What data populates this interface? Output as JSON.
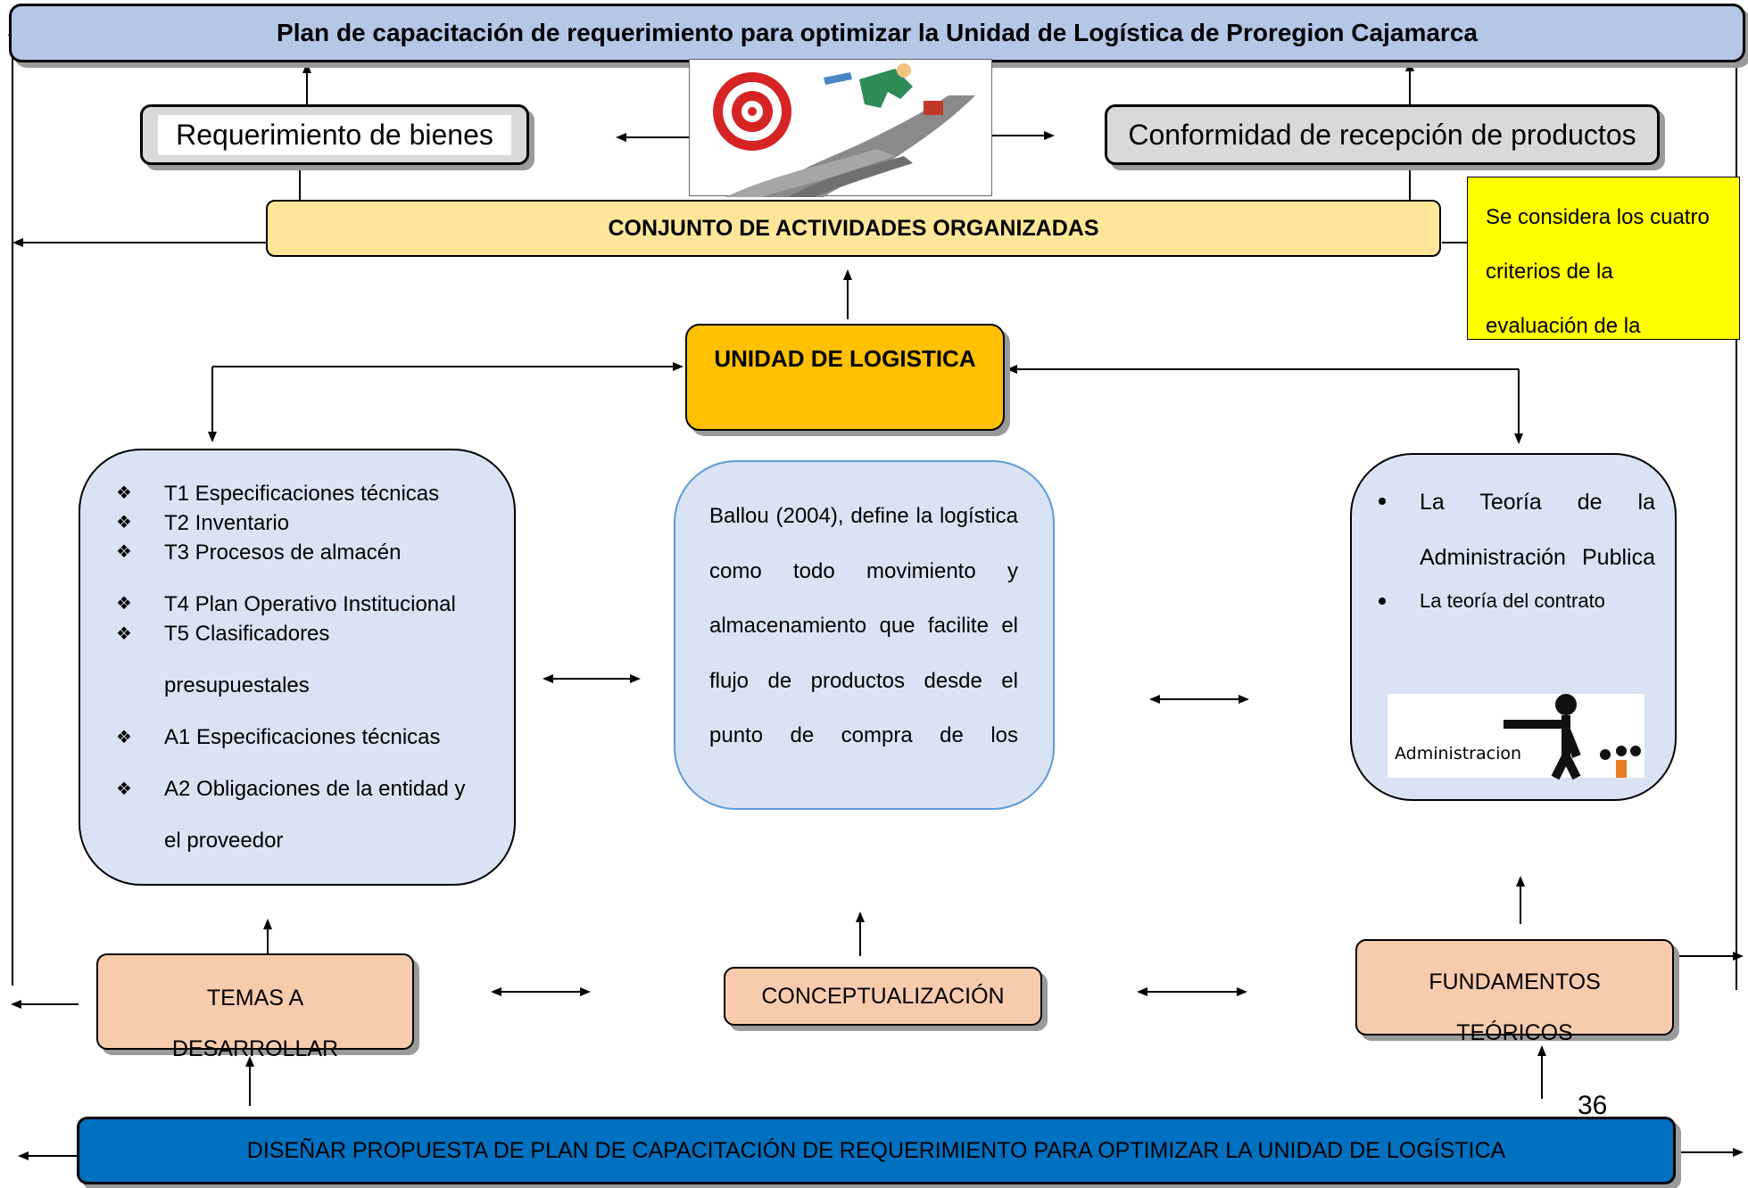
{
  "title": "Plan de capacitación de requerimiento para optimizar la Unidad de Logística de Proregion Cajamarca",
  "requerimiento": "Requerimiento de bienes",
  "conformidad": "Conformidad de recepción de productos",
  "conjunto": "CONJUNTO DE ACTIVIDADES ORGANIZADAS",
  "note": "Se considera los cuatro criterios de la evaluación de la",
  "unidad": "UNIDAD DE LOGISTICA",
  "temas_list": [
    "T1 Especificaciones técnicas",
    "T2 Inventario",
    "T3 Procesos de almacén",
    "T4 Plan Operativo Institucional",
    "T5 Clasificadores presupuestales",
    "A1 Especificaciones técnicas",
    "A2 Obligaciones de la entidad y el proveedor"
  ],
  "concept_text": "Ballou (2004), define la logística como todo movimiento y almacenamiento que facilite el flujo de productos desde el punto de compra de los",
  "teoria": [
    "La Teoría de la Administración Publica",
    "La teoría del contrato"
  ],
  "admin_pic_text": "Administracion",
  "temas_btn": [
    "TEMAS A",
    "DESARROLLAR"
  ],
  "concept_btn": "CONCEPTUALIZACIÓN",
  "fund_btn": [
    "FUNDAMENTOS",
    "TEÓRICOS"
  ],
  "bottom": "DISEÑAR PROPUESTA DE PLAN DE CAPACITACIÓN DE REQUERIMIENTO PARA OPTIMIZAR LA UNIDAD DE LOGÍSTICA",
  "page_number": "36",
  "colors": {
    "title_bg": "#b4c7e7",
    "conjunto_bg": "#ffe699",
    "note_bg": "#ffff00",
    "unidad_bg": "#ffc000",
    "light_blue_bg": "#dae3f3",
    "peach_bg": "#f8cbad",
    "bottom_bg": "#0070c0",
    "grey_box_bg": "#d9d9d9"
  }
}
